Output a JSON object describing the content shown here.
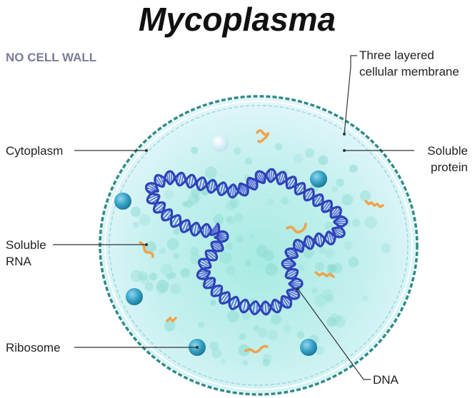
{
  "title": "Mycoplasma",
  "subtitle": "NO CELL WALL",
  "labels": {
    "membrane_line1": "Three layered",
    "membrane_line2": "cellular membrane",
    "cytoplasm": "Cytoplasm",
    "soluble_protein_line1": "Soluble",
    "soluble_protein_line2": "protein",
    "soluble_rna_line1": "Soluble",
    "soluble_rna_line2": "RNA",
    "ribosome": "Ribosome",
    "dna": "DNA"
  },
  "colors": {
    "membrane": "#2e8c86",
    "cytoplasm_center": "#bff0ea",
    "cytoplasm_edge": "#d9f4fb",
    "ribosome": "#3aa4c6",
    "dna_strand": "#2f43b8",
    "dna_rung": "#5c6ad6",
    "rna": "#f0a24a"
  },
  "icons": [
    "ribosome-icon",
    "dna-helix-icon",
    "soluble-rna-icon"
  ]
}
